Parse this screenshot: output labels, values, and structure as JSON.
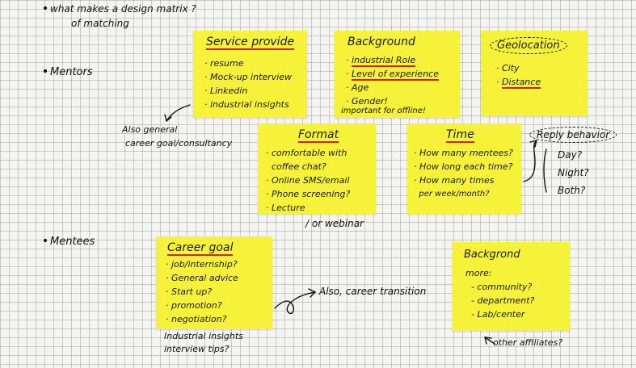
{
  "header": {
    "line1": "what makes a design matrix ?",
    "line2": "of matching"
  },
  "left_labels": {
    "mentors": "Mentors",
    "mentees": "Mentees"
  },
  "service_note": {
    "title": "Service provide",
    "items": [
      "resume",
      "Mock-up interview",
      "Linkedin",
      "industrial insights"
    ]
  },
  "service_aside": {
    "line1": "Also general",
    "line2": "career goal/consultancy"
  },
  "background_note": {
    "title": "Background",
    "items": [
      "industrial Role",
      "Level of experience",
      "Age",
      "Gender!"
    ],
    "footnote": "important for offline!"
  },
  "geo_note": {
    "title": "Geolocation",
    "items": [
      "City",
      "Distance"
    ]
  },
  "format_note": {
    "title": "Format",
    "items": [
      "comfortable with",
      "coffee chat?",
      "Online SMS/email",
      "Phone screening?",
      "Lecture"
    ]
  },
  "format_aside": "/ or webinar",
  "time_note": {
    "title": "Time",
    "items": [
      "How many mentees?",
      "How long each time?",
      "How many times",
      "per week/month?"
    ]
  },
  "reply": {
    "title": "Reply behavior",
    "items": [
      "Day?",
      "Night?",
      "Both?"
    ]
  },
  "career_note": {
    "title": "Career goal",
    "items": [
      "job/internship?",
      "General advice",
      "Start up?",
      "promotion?",
      "negotiation?"
    ]
  },
  "career_below": [
    "Industrial insights",
    "interview tips?"
  ],
  "career_aside": "Also, career transition",
  "mentee_bg_note": {
    "title": "Backgrond",
    "items": [
      "more:",
      "- community?",
      "- department?",
      "- Lab/center"
    ]
  },
  "mentee_bg_aside": "other affiliates?",
  "colors": {
    "sticky": "#f6f23a",
    "underline": "#d8211d",
    "ink": "#111111",
    "grid": "#8a8a8a"
  }
}
